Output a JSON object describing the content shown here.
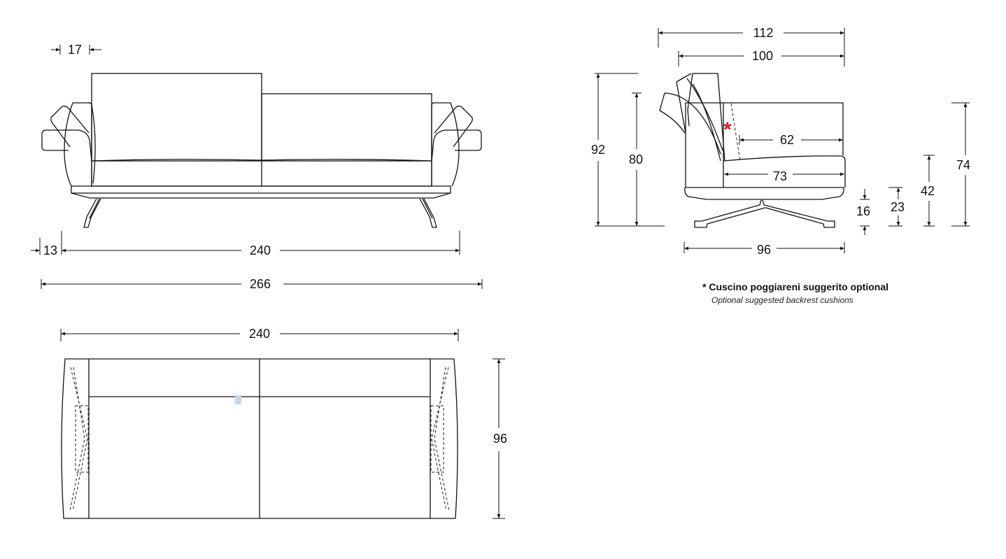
{
  "front_view": {
    "dims": {
      "arm_width": "17",
      "offset": "13",
      "inner_width": "240",
      "total_width": "266"
    }
  },
  "top_view": {
    "dims": {
      "width": "240",
      "depth": "96"
    }
  },
  "side_view": {
    "dims": {
      "top_depth": "112",
      "depth_100": "100",
      "height_max": "92",
      "height_80": "80",
      "seat_depth_62": "62",
      "seat_depth_73": "73",
      "leg_16": "16",
      "base_23": "23",
      "seat_height": "42",
      "height_74": "74",
      "base_depth": "96"
    },
    "marker": "*"
  },
  "note": {
    "title": "* Cuscino poggiareni suggerito optional",
    "subtitle": "Optional suggested backrest cushions"
  },
  "colors": {
    "line": "#111111",
    "marker": "#d81e2a",
    "highlight": "#c9d6ea"
  }
}
